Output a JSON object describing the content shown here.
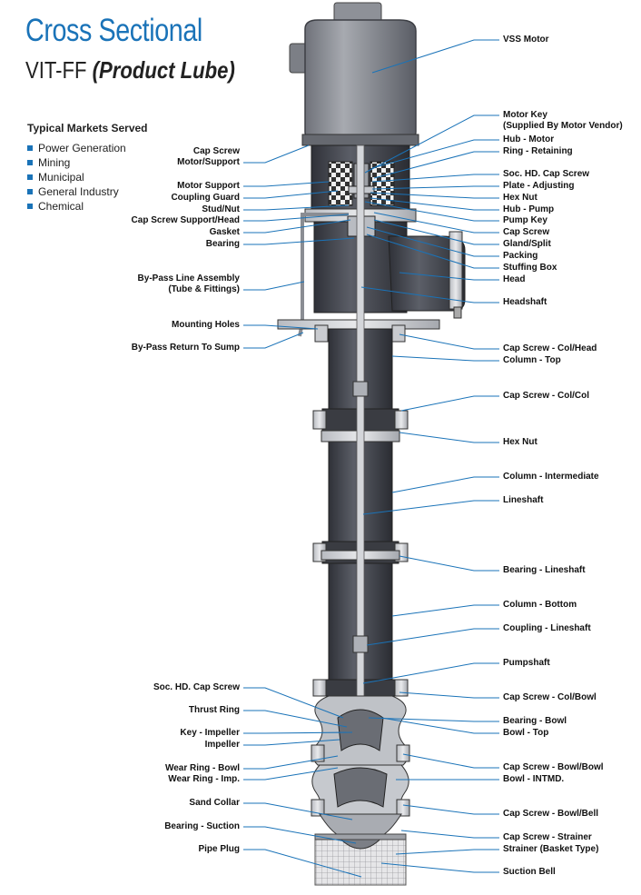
{
  "header": {
    "title": "Cross Sectional",
    "subtitle_main": "VIT-FF ",
    "subtitle_em": "(Product Lube)"
  },
  "markets": {
    "heading": "Typical Markets Served",
    "items": [
      "Power Generation",
      "Mining",
      "Municipal",
      "General Industry",
      "Chemical"
    ]
  },
  "colors": {
    "accent": "#1a73b8",
    "casing_dark": "#4a4d55",
    "casing_light": "#9a9da3",
    "leader": "#1a73b8"
  },
  "labels_left": [
    {
      "id": "cap-screw-motor-support",
      "lines": [
        "Cap Screw",
        "Motor/Support"
      ]
    },
    {
      "id": "motor-support",
      "lines": [
        "Motor Support"
      ]
    },
    {
      "id": "coupling-guard",
      "lines": [
        "Coupling Guard"
      ]
    },
    {
      "id": "stud-nut",
      "lines": [
        "Stud/Nut"
      ]
    },
    {
      "id": "cap-screw-support-head",
      "lines": [
        "Cap Screw Support/Head"
      ]
    },
    {
      "id": "gasket",
      "lines": [
        "Gasket"
      ]
    },
    {
      "id": "bearing",
      "lines": [
        "Bearing"
      ]
    },
    {
      "id": "bypass-line-assembly",
      "lines": [
        "By-Pass Line Assembly",
        "(Tube & Fittings)"
      ]
    },
    {
      "id": "mounting-holes",
      "lines": [
        "Mounting Holes"
      ]
    },
    {
      "id": "bypass-return",
      "lines": [
        "By-Pass Return To Sump"
      ]
    },
    {
      "id": "soc-hd-cap-screw-left",
      "lines": [
        "Soc. HD. Cap Screw"
      ]
    },
    {
      "id": "thrust-ring",
      "lines": [
        "Thrust Ring"
      ]
    },
    {
      "id": "key-impeller",
      "lines": [
        "Key - Impeller"
      ]
    },
    {
      "id": "impeller",
      "lines": [
        "Impeller"
      ]
    },
    {
      "id": "wear-ring-bowl",
      "lines": [
        "Wear Ring - Bowl"
      ]
    },
    {
      "id": "wear-ring-imp",
      "lines": [
        "Wear Ring - Imp."
      ]
    },
    {
      "id": "sand-collar",
      "lines": [
        "Sand Collar"
      ]
    },
    {
      "id": "bearing-suction",
      "lines": [
        "Bearing - Suction"
      ]
    },
    {
      "id": "pipe-plug",
      "lines": [
        "Pipe Plug"
      ]
    }
  ],
  "labels_right": [
    {
      "id": "vss-motor",
      "lines": [
        "VSS Motor"
      ]
    },
    {
      "id": "motor-key",
      "lines": [
        "Motor Key",
        "(Supplied By Motor Vendor)"
      ]
    },
    {
      "id": "hub-motor",
      "lines": [
        "Hub - Motor"
      ]
    },
    {
      "id": "ring-retaining",
      "lines": [
        "Ring - Retaining"
      ]
    },
    {
      "id": "soc-hd-cap-screw",
      "lines": [
        "Soc. HD. Cap Screw"
      ]
    },
    {
      "id": "plate-adjusting",
      "lines": [
        "Plate - Adjusting"
      ]
    },
    {
      "id": "hex-nut-top",
      "lines": [
        "Hex Nut"
      ]
    },
    {
      "id": "hub-pump",
      "lines": [
        "Hub - Pump"
      ]
    },
    {
      "id": "pump-key",
      "lines": [
        "Pump Key"
      ]
    },
    {
      "id": "cap-screw-top",
      "lines": [
        "Cap Screw"
      ]
    },
    {
      "id": "gland-split",
      "lines": [
        "Gland/Split"
      ]
    },
    {
      "id": "packing",
      "lines": [
        "Packing"
      ]
    },
    {
      "id": "stuffing-box",
      "lines": [
        "Stuffing Box"
      ]
    },
    {
      "id": "head",
      "lines": [
        "Head"
      ]
    },
    {
      "id": "headshaft",
      "lines": [
        "Headshaft"
      ]
    },
    {
      "id": "cap-screw-col-head",
      "lines": [
        "Cap Screw - Col/Head"
      ]
    },
    {
      "id": "column-top",
      "lines": [
        "Column - Top"
      ]
    },
    {
      "id": "cap-screw-col-col",
      "lines": [
        "Cap Screw - Col/Col"
      ]
    },
    {
      "id": "hex-nut",
      "lines": [
        "Hex Nut"
      ]
    },
    {
      "id": "column-intermediate",
      "lines": [
        "Column - Intermediate"
      ]
    },
    {
      "id": "lineshaft",
      "lines": [
        "Lineshaft"
      ]
    },
    {
      "id": "bearing-lineshaft",
      "lines": [
        "Bearing - Lineshaft"
      ]
    },
    {
      "id": "column-bottom",
      "lines": [
        "Column - Bottom"
      ]
    },
    {
      "id": "coupling-lineshaft",
      "lines": [
        "Coupling - Lineshaft"
      ]
    },
    {
      "id": "pumpshaft",
      "lines": [
        "Pumpshaft"
      ]
    },
    {
      "id": "cap-screw-col-bowl",
      "lines": [
        "Cap Screw - Col/Bowl"
      ]
    },
    {
      "id": "bearing-bowl",
      "lines": [
        "Bearing - Bowl"
      ]
    },
    {
      "id": "bowl-top",
      "lines": [
        "Bowl - Top"
      ]
    },
    {
      "id": "cap-screw-bowl-bowl",
      "lines": [
        "Cap Screw - Bowl/Bowl"
      ]
    },
    {
      "id": "bowl-intmd",
      "lines": [
        "Bowl - INTMD."
      ]
    },
    {
      "id": "cap-screw-bowl-bell",
      "lines": [
        "Cap Screw - Bowl/Bell"
      ]
    },
    {
      "id": "cap-screw-strainer",
      "lines": [
        "Cap Screw - Strainer"
      ]
    },
    {
      "id": "strainer",
      "lines": [
        "Strainer (Basket Type)"
      ]
    },
    {
      "id": "suction-bell",
      "lines": [
        "Suction Bell"
      ]
    }
  ]
}
